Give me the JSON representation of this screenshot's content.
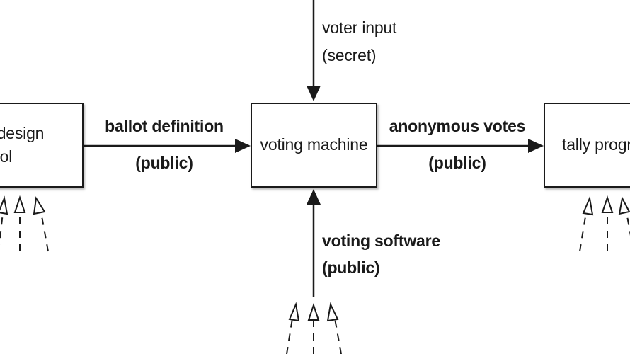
{
  "boxes": {
    "ballot_design_tool": {
      "line1": "ballot design",
      "line2": "tool"
    },
    "voting_machine": {
      "label": "voting machine"
    },
    "tally_program": {
      "label": "tally program"
    }
  },
  "flows": {
    "ballot_definition": {
      "name": "ballot definition",
      "visibility": "(public)"
    },
    "anonymous_votes": {
      "name": "anonymous votes",
      "visibility": "(public)"
    },
    "voter_input": {
      "name": "voter input",
      "visibility": "(secret)"
    },
    "voting_software": {
      "name": "voting software",
      "visibility": "(public)"
    }
  },
  "colors": {
    "ink": "#1a1a1a",
    "background": "#ffffff"
  }
}
